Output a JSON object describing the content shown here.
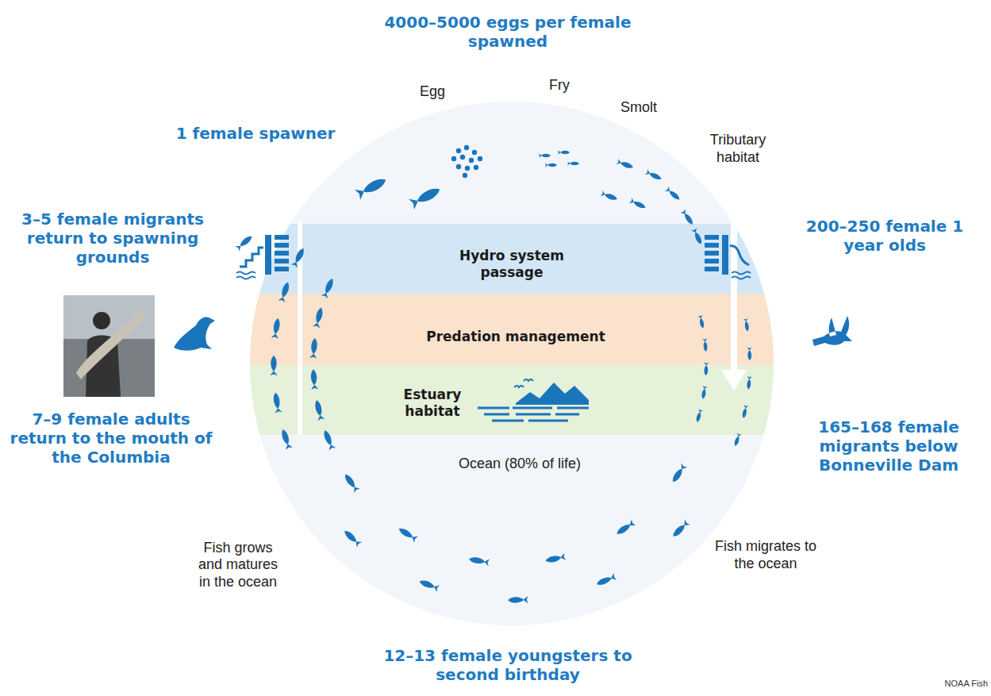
{
  "diagram": {
    "labels": [
      "4000–5000 eggs per female spawned",
      "Egg",
      "Fry",
      "Smolt",
      "Tributary habitat",
      "1 female spawner",
      "3–5 female migrants return to spawning grounds",
      "200–250 female 1 year olds",
      "Hydro system passage",
      "Predation management",
      "Estuary habitat",
      "Ocean (80% of life)",
      "7–9 female adults return to the mouth of the Columbia",
      "165–168 female migrants below Bonneville Dam",
      "Fish grows and matures in the ocean",
      "Fish migrates to the ocean",
      "12–13 female youngsters to second birthday",
      "NOAA Fish"
    ]
  }
}
